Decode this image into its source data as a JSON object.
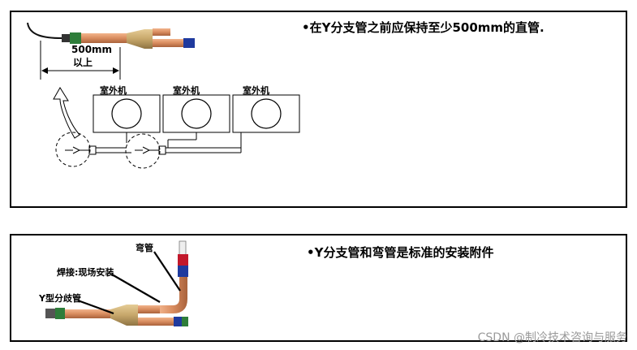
{
  "top_panel": {
    "note": "•在Y分支管之前应保持至少500mm的直管.",
    "dimension_value": "500mm",
    "dimension_suffix": "以上",
    "units": [
      {
        "label": "室外机"
      },
      {
        "label": "室外机"
      },
      {
        "label": "室外机"
      }
    ]
  },
  "bottom_panel": {
    "note": "•Y分支管和弯管是标准的安装附件",
    "labels": {
      "elbow": "弯管",
      "weld": "焊接:现场安装",
      "y_branch": "Y型分歧管"
    }
  },
  "watermark": "CSDN @制冷技术咨询与服务",
  "colors": {
    "copper": "#d98c5f",
    "brass": "#c7a76a",
    "green_cap": "#2e7d3a",
    "blue_cap": "#1f3a9e",
    "red_band": "#c2182b",
    "unit_fill": "#ffffff",
    "line": "#000000"
  }
}
